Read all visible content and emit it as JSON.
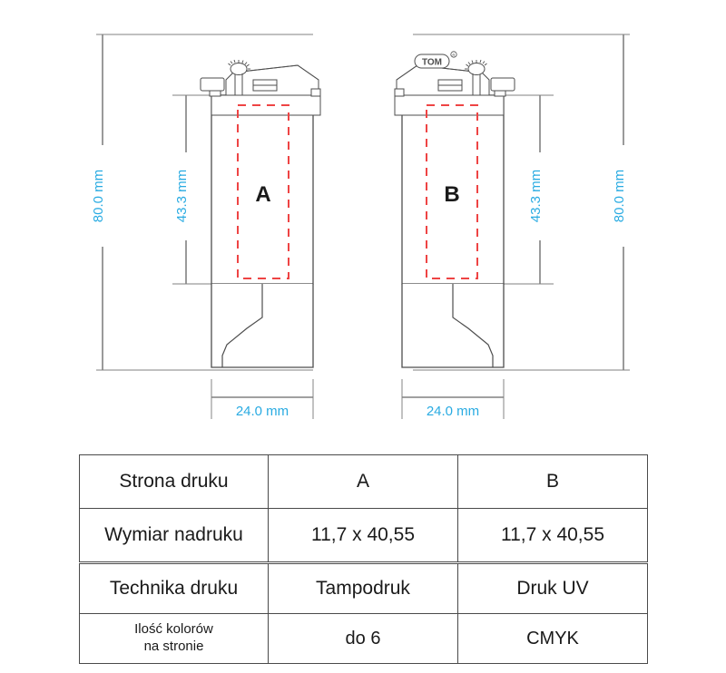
{
  "drawing": {
    "views": [
      {
        "id": "view-a",
        "print_area_label": "A",
        "dimensions": {
          "height_total": "80.0 mm",
          "height_print_zone": "43.3 mm",
          "width": "24.0 mm"
        },
        "brand_mark": ""
      },
      {
        "id": "view-b",
        "print_area_label": "B",
        "dimensions": {
          "height_total": "80.0 mm",
          "height_print_zone": "43.3 mm",
          "width": "24.0 mm"
        },
        "brand_mark": "TOM"
      }
    ],
    "colors": {
      "dimension_text": "#29ABE2",
      "dimension_line": "#808080",
      "outline": "#4d4d4d",
      "print_area": "#ee4444"
    }
  },
  "spec": {
    "columns": [
      "",
      "A",
      "B"
    ],
    "table_top": [
      {
        "label": "Strona druku",
        "a": "A",
        "b": "B"
      },
      {
        "label": "Wymiar nadruku",
        "a": "11,7 x 40,55",
        "b": "11,7 x 40,55"
      }
    ],
    "table_bottom": [
      {
        "label": "Technika druku",
        "a": "Tampodruk",
        "b": "Druk UV"
      },
      {
        "label": "Ilość kolorów\nna stronie",
        "a": "do 6",
        "b": "CMYK"
      }
    ]
  }
}
